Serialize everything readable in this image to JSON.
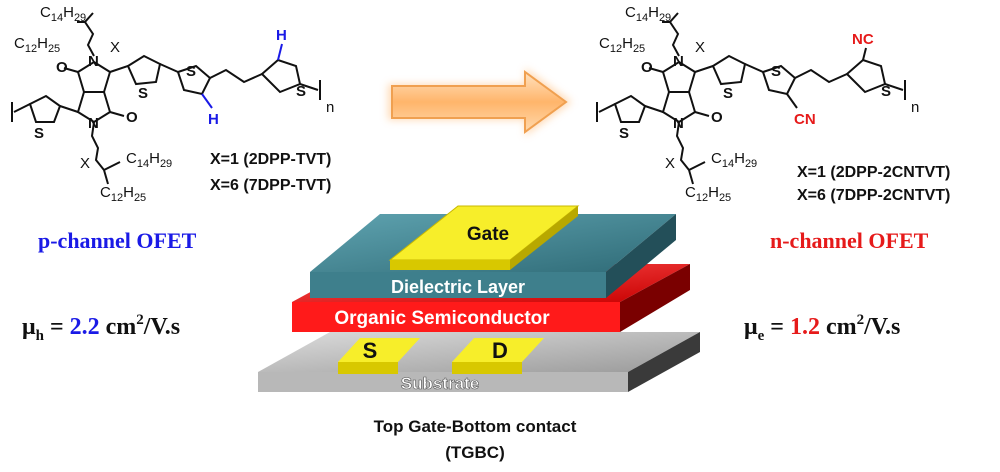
{
  "left_polymer": {
    "c14": "C",
    "c14_sub": "14",
    "c14_h": "H",
    "c14_h_sub": "29",
    "c12": "C",
    "c12_sub": "12",
    "c12_h": "H",
    "c12_h_sub": "25",
    "x_label": "X",
    "n_label": "n",
    "o": "O",
    "n": "N",
    "s": "S",
    "h": "H",
    "note1": "X=1 (2DPP-TVT)",
    "note2": "X=6 (7DPP-TVT)"
  },
  "right_polymer": {
    "cn_top": "NC",
    "cn_bottom": "CN",
    "note1": "X=1 (2DPP-2CNTVT)",
    "note2": "X=6 (7DPP-2CNTVT)"
  },
  "left_device": {
    "channel": "p-channel OFET",
    "mu": "μ",
    "mu_sub": "h",
    "equals": " = ",
    "value": "2.2",
    "unit": " cm",
    "unit_sup": "2",
    "unit_tail": "/V.s"
  },
  "right_device": {
    "channel": "n-channel OFET",
    "mu": "μ",
    "mu_sub": "e",
    "equals": " = ",
    "value": "1.2",
    "unit": " cm",
    "unit_sup": "2",
    "unit_tail": "/V.s"
  },
  "stack": {
    "gate": "Gate",
    "dielectric": "Dielectric Layer",
    "semiconductor": "Organic Semiconductor",
    "source": "S",
    "drain": "D",
    "substrate": "Substrate"
  },
  "caption": {
    "line1": "Top Gate-Bottom  contact",
    "line2": "(TGBC)"
  },
  "colors": {
    "p_blue": "#1a1ae6",
    "n_red": "#e61a1a",
    "gate_yellow": "#f2e400",
    "dielectric": "#3e7f8c",
    "semiconductor": "#ff1a1a",
    "substrate": "#a8a8a8",
    "arrow": "#ffb56b"
  }
}
